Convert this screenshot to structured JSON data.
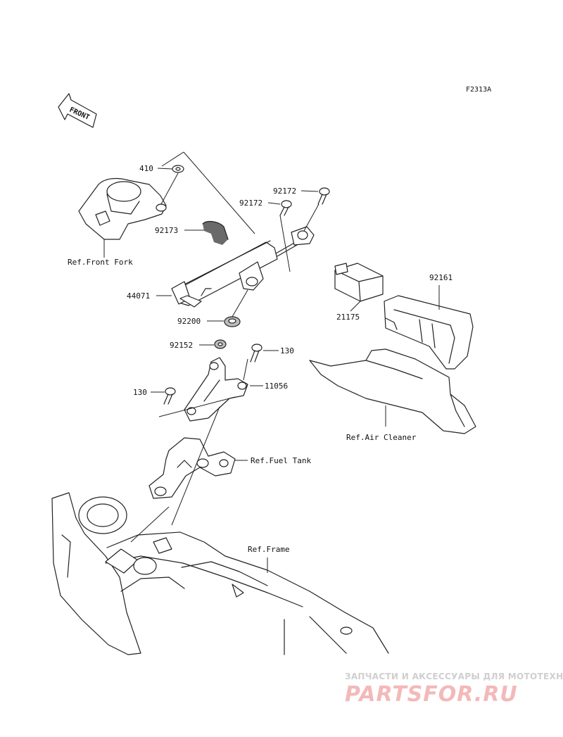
{
  "diagram": {
    "code": "F2313A",
    "front_label": "FRONT",
    "parts": [
      {
        "id": "410",
        "label": "410"
      },
      {
        "id": "92172a",
        "label": "92172"
      },
      {
        "id": "92172b",
        "label": "92172"
      },
      {
        "id": "92173",
        "label": "92173"
      },
      {
        "id": "44071",
        "label": "44071"
      },
      {
        "id": "92200",
        "label": "92200"
      },
      {
        "id": "92152",
        "label": "92152"
      },
      {
        "id": "130a",
        "label": "130"
      },
      {
        "id": "130b",
        "label": "130"
      },
      {
        "id": "11056",
        "label": "11056"
      },
      {
        "id": "21175",
        "label": "21175"
      },
      {
        "id": "92161",
        "label": "92161"
      }
    ],
    "references": {
      "front_fork": "Ref.Front Fork",
      "air_cleaner": "Ref.Air Cleaner",
      "fuel_tank": "Ref.Fuel Tank",
      "frame": "Ref.Frame"
    }
  },
  "watermark": {
    "tagline": "ЗАПЧАСТИ И АКСЕССУАРЫ ДЛЯ МОТОТЕХНИКИ",
    "logo": "PARTSFOR.RU"
  }
}
